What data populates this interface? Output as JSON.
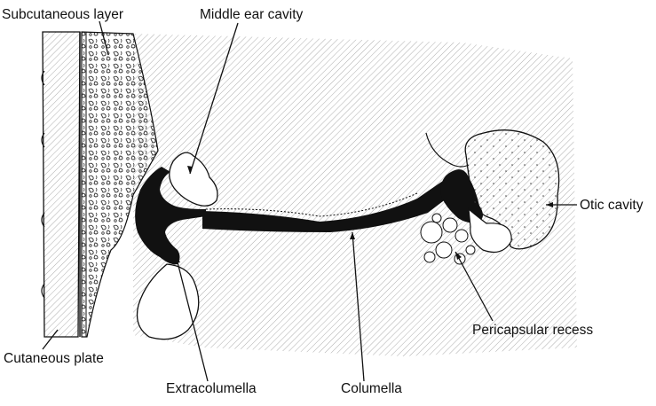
{
  "labels": {
    "subcutaneous_layer": "Subcutaneous layer",
    "middle_ear_cavity": "Middle ear cavity",
    "otic_cavity": "Otic cavity",
    "pericapsular_recess": "Pericapsular recess",
    "cutaneous_plate": "Cutaneous plate",
    "extracolumella": "Extracolumella",
    "columella": "Columella"
  },
  "colors": {
    "ink": "#111111",
    "paper": "#ffffff",
    "hatch": "#8a8a8a"
  }
}
